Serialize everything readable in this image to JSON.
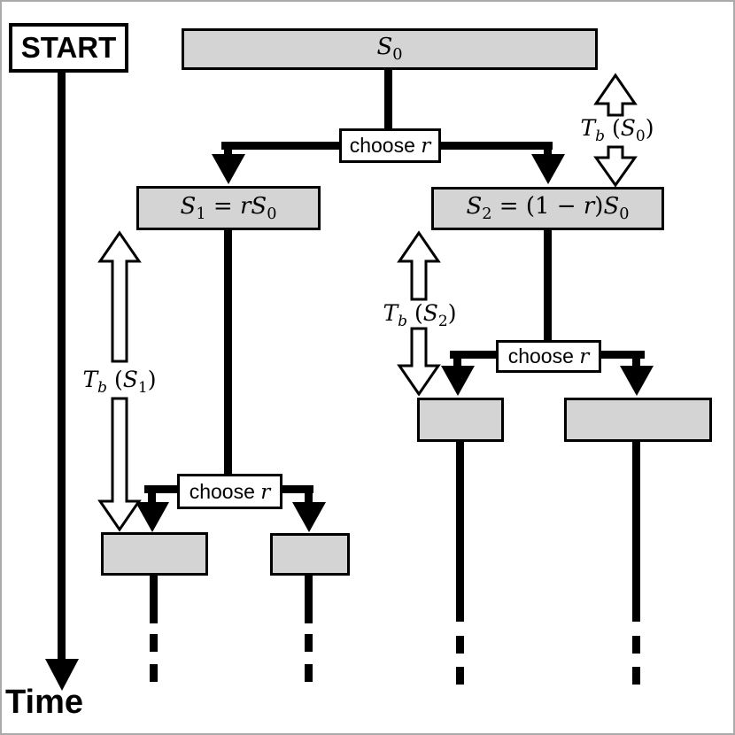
{
  "diagram": {
    "start_label": "START",
    "time_label": "Time",
    "choose_label": [
      {
        "t": "choose "
      },
      {
        "t": "r",
        "i": true
      }
    ],
    "nodes": {
      "s0": [
        {
          "t": "S",
          "i": true
        },
        {
          "t": "0",
          "sub": true
        }
      ],
      "s1": [
        {
          "t": "S",
          "i": true
        },
        {
          "t": "1",
          "sub": true
        },
        {
          "t": " = "
        },
        {
          "t": "r",
          "i": true
        },
        {
          "t": "S",
          "i": true
        },
        {
          "t": "0",
          "sub": true
        }
      ],
      "s2": [
        {
          "t": "S",
          "i": true
        },
        {
          "t": "2",
          "sub": true
        },
        {
          "t": " = (1 − "
        },
        {
          "t": "r",
          "i": true
        },
        {
          "t": ")"
        },
        {
          "t": "S",
          "i": true
        },
        {
          "t": "0",
          "sub": true
        }
      ]
    },
    "branch_times": {
      "s0": [
        {
          "t": "T",
          "i": true
        },
        {
          "t": "b",
          "sub": true,
          "i": true
        },
        {
          "t": " ("
        },
        {
          "t": "S",
          "i": true
        },
        {
          "t": "0",
          "sub": true
        },
        {
          "t": ")"
        }
      ],
      "s1": [
        {
          "t": "T",
          "i": true
        },
        {
          "t": "b",
          "sub": true,
          "i": true
        },
        {
          "t": " ("
        },
        {
          "t": "S",
          "i": true
        },
        {
          "t": "1",
          "sub": true
        },
        {
          "t": ")"
        }
      ],
      "s2": [
        {
          "t": "T",
          "i": true
        },
        {
          "t": "b",
          "sub": true,
          "i": true
        },
        {
          "t": " ("
        },
        {
          "t": "S",
          "i": true
        },
        {
          "t": "2",
          "sub": true
        },
        {
          "t": ")"
        }
      ]
    },
    "colors": {
      "node_fill": "#d4d4d4",
      "stroke": "#000000",
      "background": "#ffffff",
      "canvas_border": "#aaaaaa"
    }
  }
}
